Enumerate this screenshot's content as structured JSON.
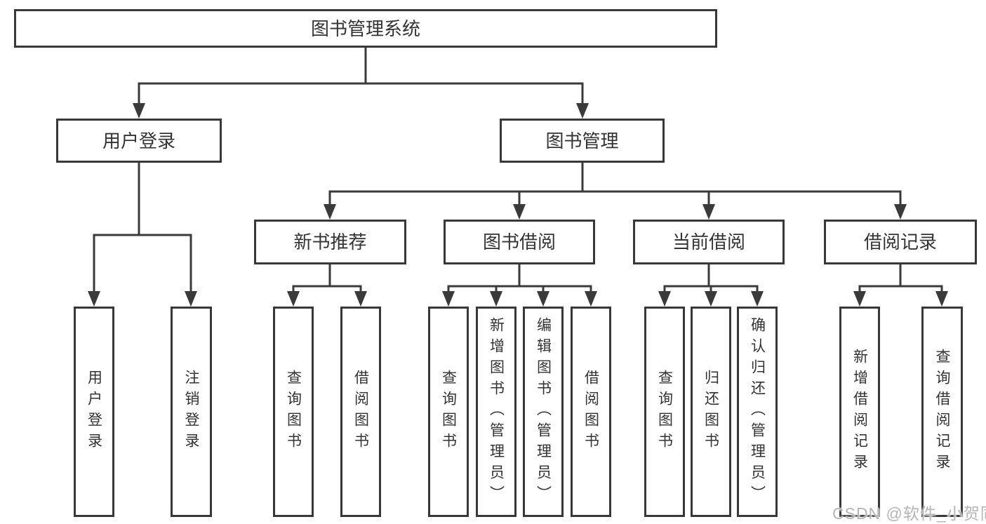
{
  "diagram": {
    "root": {
      "label": "图书管理系统"
    },
    "level2": [
      {
        "label": "用户登录"
      },
      {
        "label": "图书管理"
      }
    ],
    "level3": [
      {
        "label": "新书推荐",
        "parent": "图书管理"
      },
      {
        "label": "图书借阅",
        "parent": "图书管理"
      },
      {
        "label": "当前借阅",
        "parent": "图书管理"
      },
      {
        "label": "借阅记录",
        "parent": "图书管理"
      }
    ],
    "leaves": [
      {
        "label": "用户登录",
        "parent": "用户登录"
      },
      {
        "label": "注销登录",
        "parent": "用户登录"
      },
      {
        "label": "查询图书",
        "parent": "新书推荐"
      },
      {
        "label": "借阅图书",
        "parent": "新书推荐"
      },
      {
        "label": "查询图书",
        "parent": "图书借阅"
      },
      {
        "label": "新增图书（管理员）",
        "parent": "图书借阅"
      },
      {
        "label": "编辑图书（管理员）",
        "parent": "图书借阅"
      },
      {
        "label": "借阅图书",
        "parent": "图书借阅"
      },
      {
        "label": "查询图书",
        "parent": "当前借阅"
      },
      {
        "label": "归还图书",
        "parent": "当前借阅"
      },
      {
        "label": "确认归还（管理员）",
        "parent": "当前借阅"
      },
      {
        "label": "新增借阅记录",
        "parent": "借阅记录"
      },
      {
        "label": "查询借阅记录",
        "parent": "借阅记录"
      }
    ],
    "watermark": "CSDN @软件_小贺同学",
    "colors": {
      "line": "#3a3a3a",
      "box_border": "#383838",
      "text": "#333333",
      "box_background": "#ffffff",
      "page_background": "#ffffff",
      "watermark": "#b5b5b5"
    }
  }
}
